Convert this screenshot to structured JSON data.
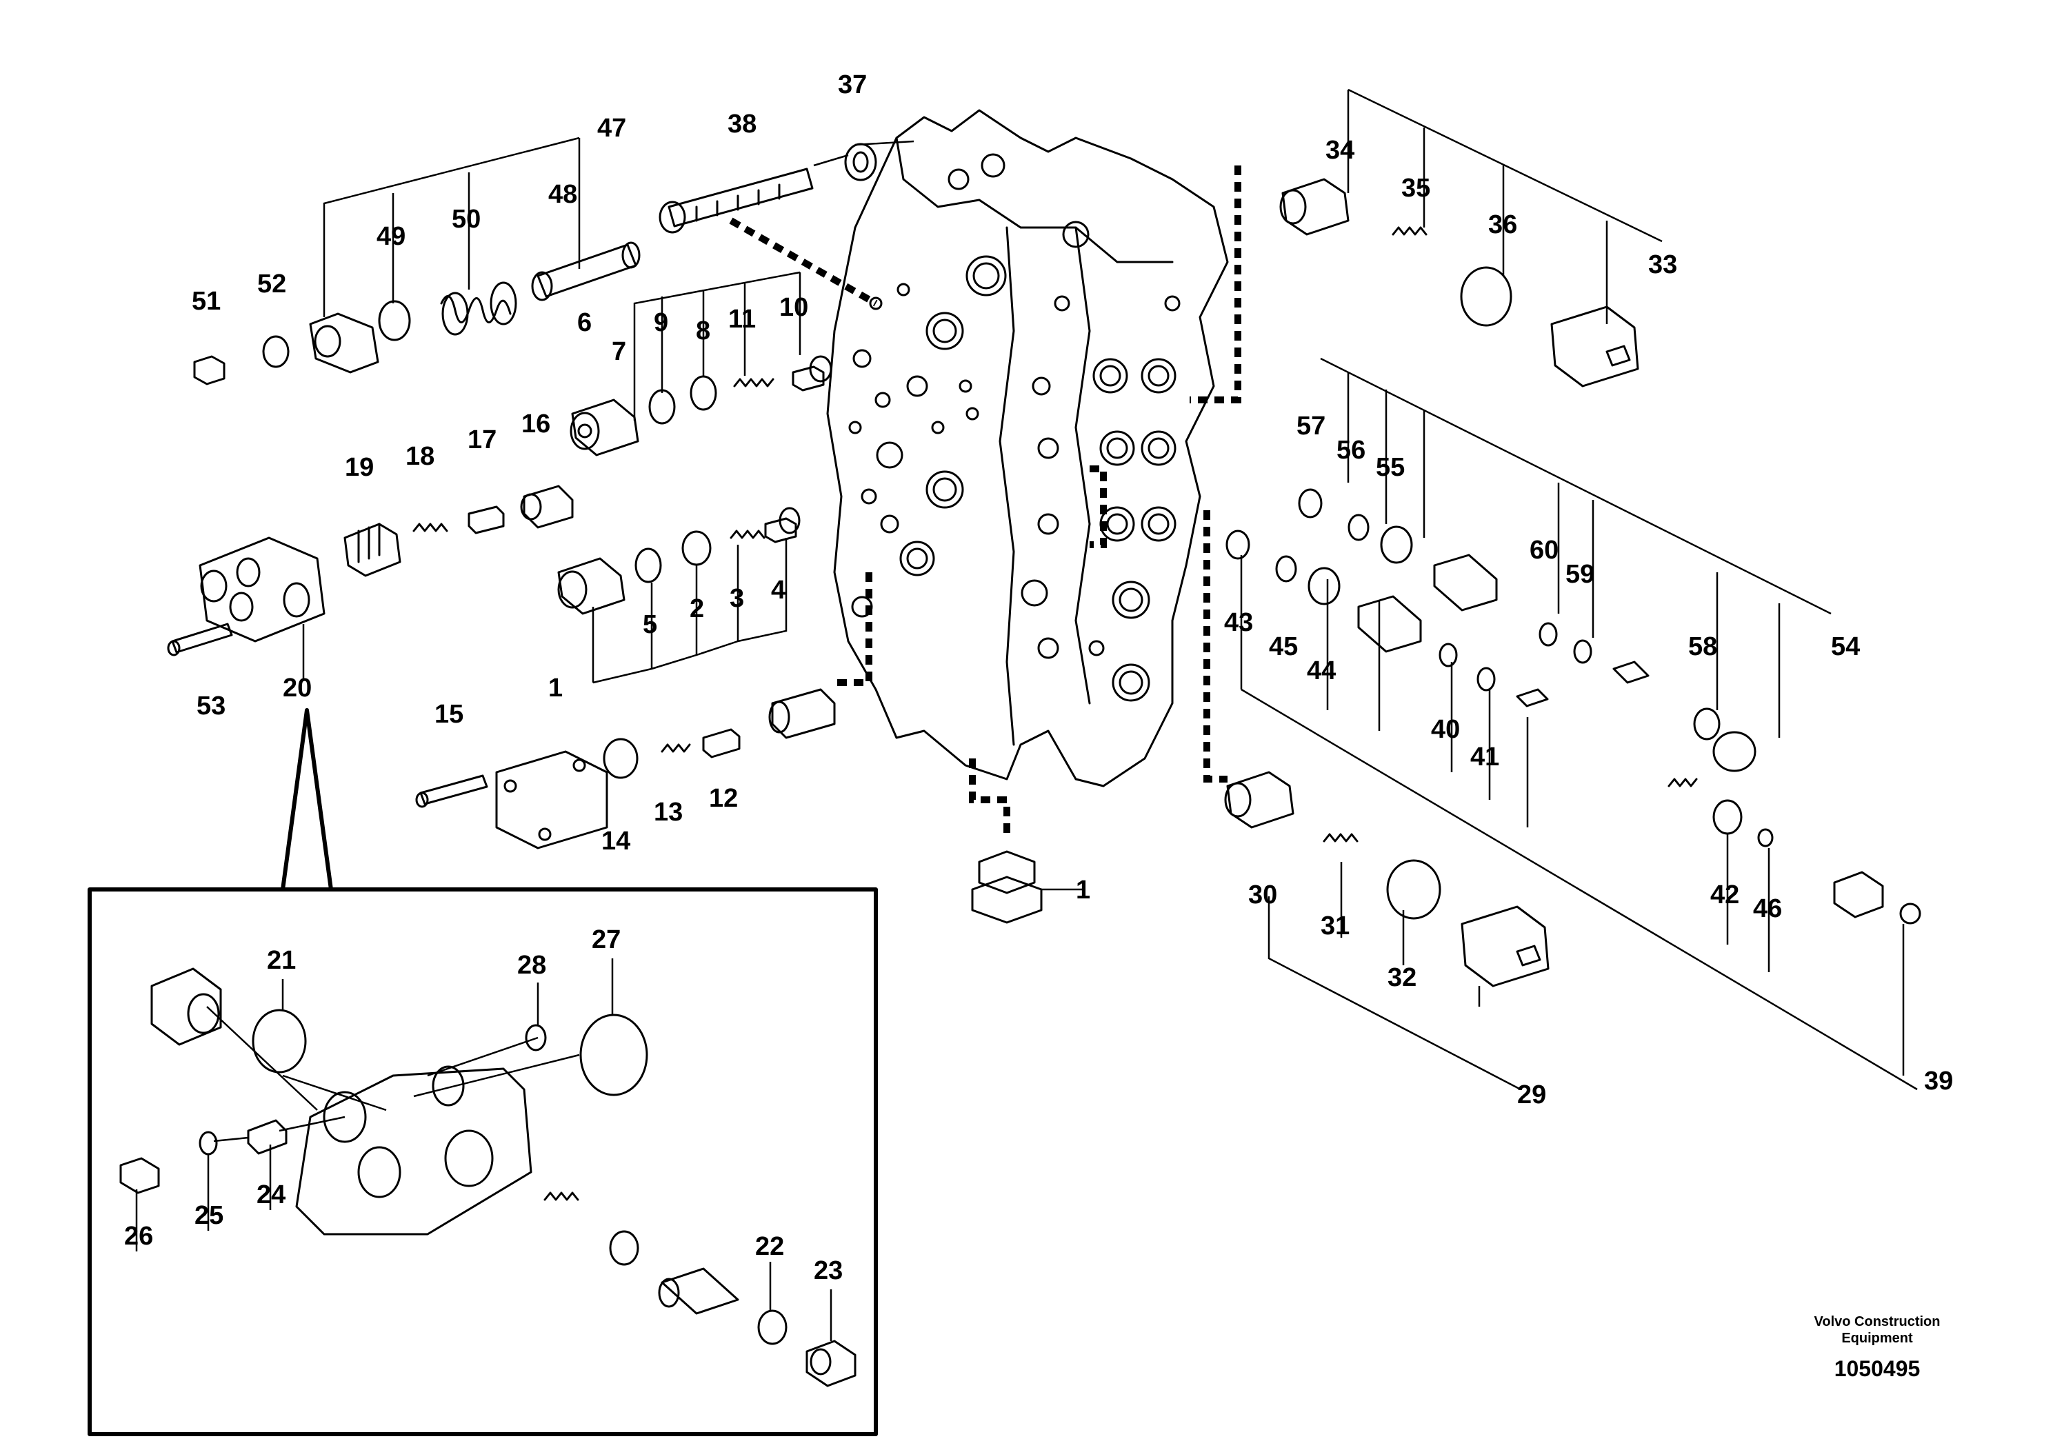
{
  "callouts": {
    "n1": "1",
    "n2": "2",
    "n3": "3",
    "n4": "4",
    "n5": "5",
    "n6": "6",
    "n7": "7",
    "n8": "8",
    "n9": "9",
    "n10": "10",
    "n11": "11",
    "n12": "12",
    "n13": "13",
    "n14": "14",
    "n15": "15",
    "n16": "16",
    "n17": "17",
    "n18": "18",
    "n19": "19",
    "n20": "20",
    "n21": "21",
    "n22": "22",
    "n23": "23",
    "n24": "24",
    "n25": "25",
    "n26": "26",
    "n27": "27",
    "n28": "28",
    "n29": "29",
    "n30": "30",
    "n31": "31",
    "n32": "32",
    "n33": "33",
    "n34": "34",
    "n35": "35",
    "n36": "36",
    "n37": "37",
    "n38": "38",
    "n39": "39",
    "n40": "40",
    "n41": "41",
    "n42": "42",
    "n43": "43",
    "n44": "44",
    "n45": "45",
    "n46": "46",
    "n47": "47",
    "n48": "48",
    "n49": "49",
    "n50": "50",
    "n51": "51",
    "n52": "52",
    "n53": "53",
    "n54": "54",
    "n55": "55",
    "n56": "56",
    "n57": "57",
    "n58": "58",
    "n59": "59",
    "n60": "60"
  },
  "footer": {
    "manufacturer": "Volvo Construction Equipment",
    "drawing_number": "1050495"
  }
}
